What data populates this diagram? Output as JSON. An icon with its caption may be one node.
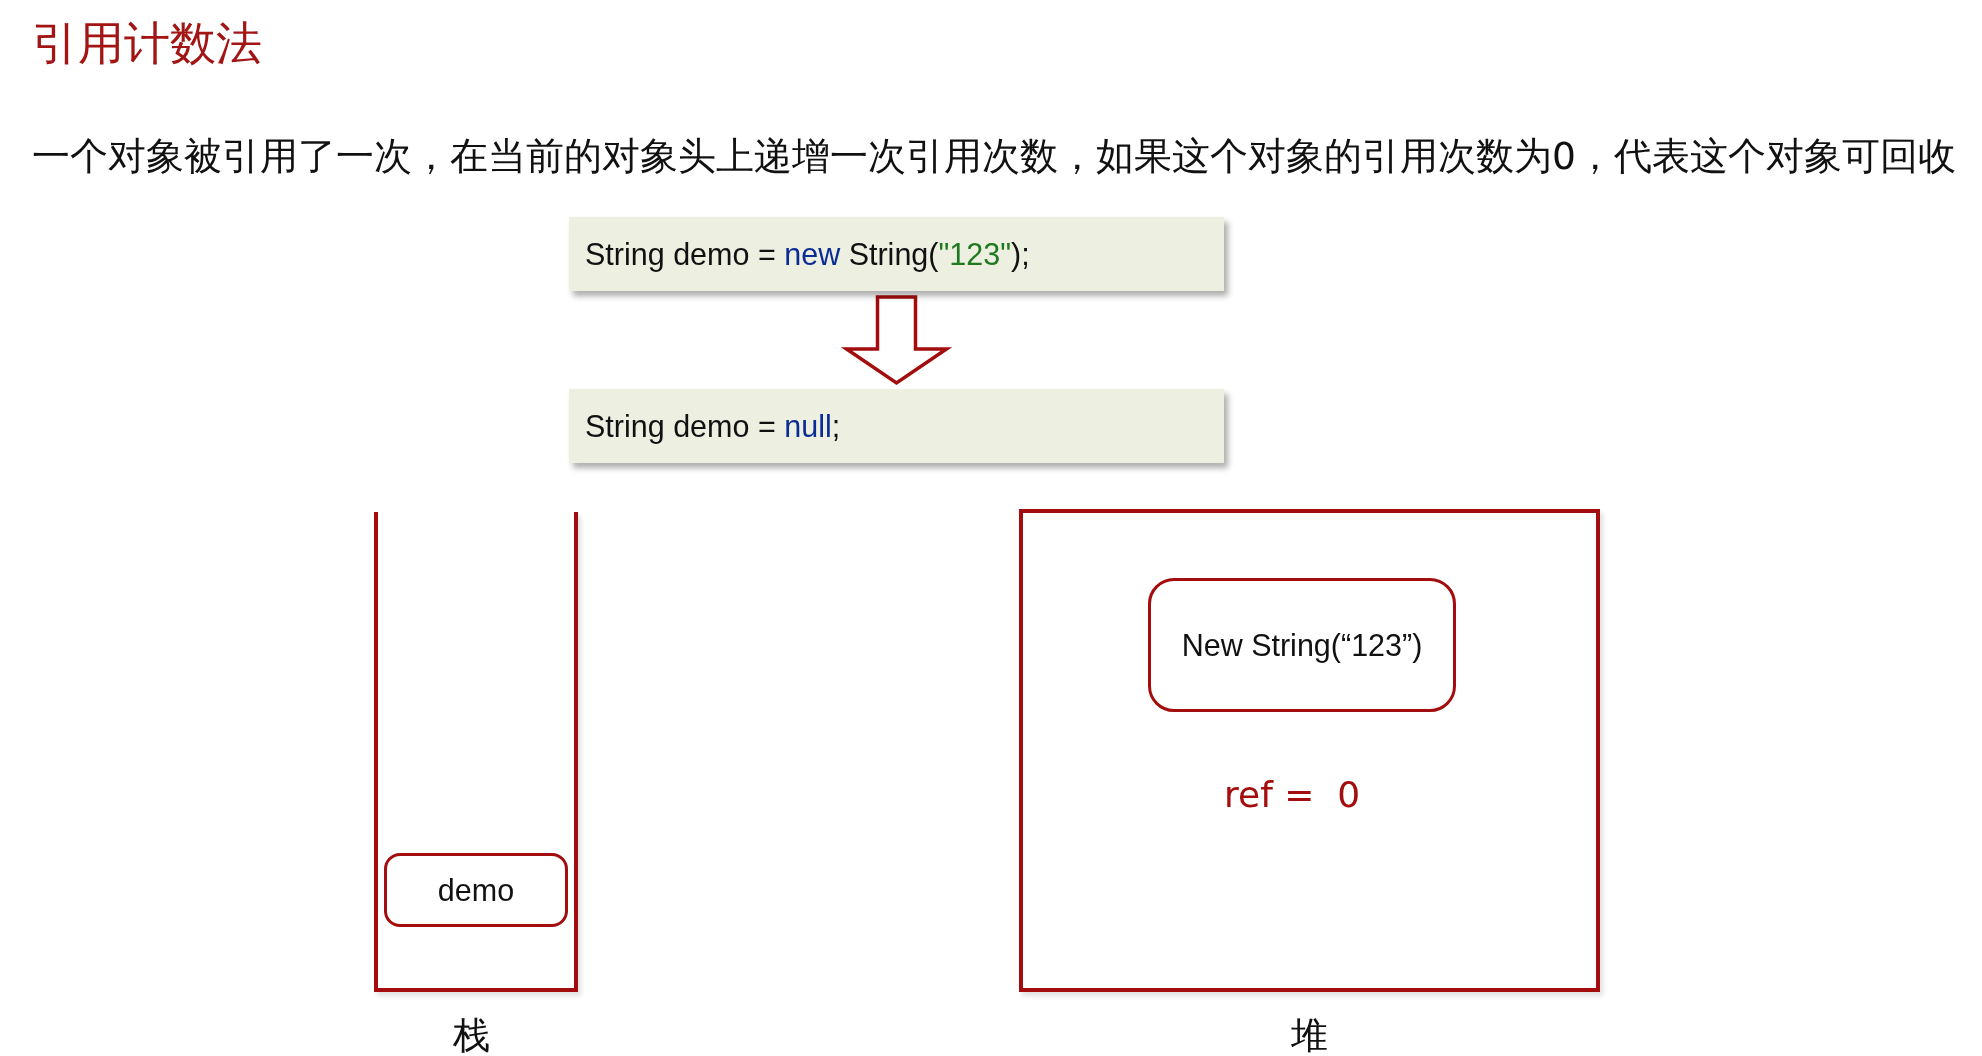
{
  "diagram": {
    "title": "引用计数法",
    "nodes": [
      {
        "text": [
          "String demo = new String(\"123\");"
        ]
      },
      {
        "text": [
          "String demo = null;"
        ]
      },
      {
        "text": [
          "栈"
        ]
      },
      {
        "text": [
          "demo"
        ],
        "in": 2
      },
      {
        "text": [
          "堆"
        ]
      },
      {
        "text": [
          "New String(“123”)"
        ],
        "in": 4
      }
    ],
    "edges": [
      {
        "from": 0,
        "to": 1,
        "arrow": "to"
      }
    ],
    "labels": [
      "一个对象被引用了一次，在当前的对象头上递增一次引用次数，如果这个对象的引用次数为0，代表这个对象可回收",
      "ref =  0"
    ]
  }
}
